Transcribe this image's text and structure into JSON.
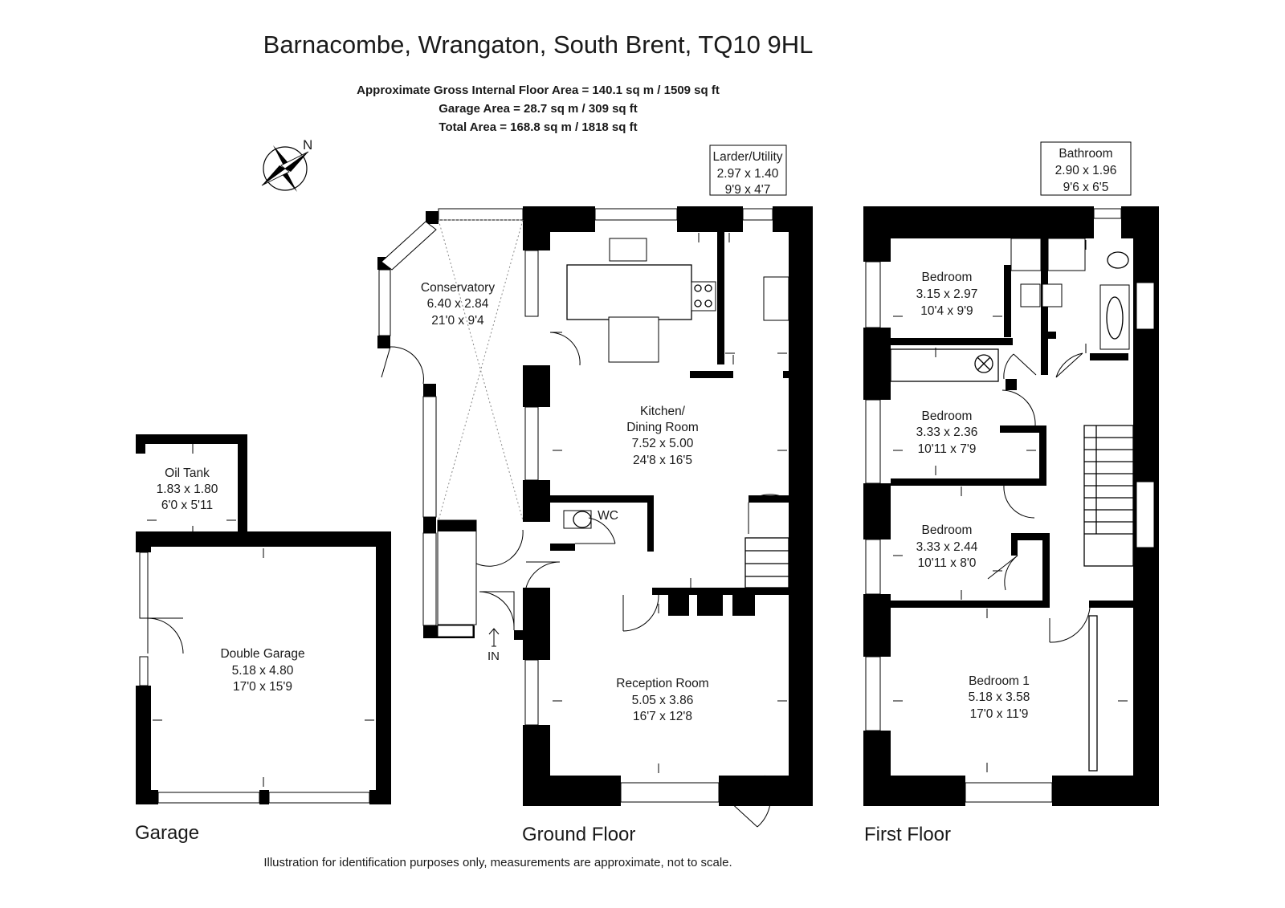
{
  "header": {
    "title": "Barnacombe, Wrangaton, South Brent, TQ10 9HL",
    "gross_area": "Approximate Gross Internal Floor Area  = 140.1 sq m / 1509 sq ft",
    "garage_area": "Garage Area = 28.7 sq m / 309 sq ft",
    "total_area": "Total Area = 168.8 sq m / 1818 sq ft"
  },
  "compass": {
    "label": "N",
    "icon": "compass-rose-icon"
  },
  "rooms": {
    "larder": {
      "name": "Larder/Utility",
      "metric": "2.97 x 1.40",
      "imperial": "9'9 x 4'7"
    },
    "bathroom": {
      "name": "Bathroom",
      "metric": "2.90 x 1.96",
      "imperial": "9'6 x 6'5"
    },
    "conservatory": {
      "name": "Conservatory",
      "metric": "6.40 x 2.84",
      "imperial": "21'0 x 9'4"
    },
    "kitchen": {
      "name1": "Kitchen/",
      "name2": "Dining Room",
      "metric": "7.52 x 5.00",
      "imperial": "24'8 x 16'5"
    },
    "wc": {
      "name": "WC"
    },
    "reception": {
      "name": "Reception Room",
      "metric": "5.05 x 3.86",
      "imperial": "16'7 x 12'8"
    },
    "oil_tank": {
      "name": "Oil Tank",
      "metric": "1.83 x 1.80",
      "imperial": "6'0 x 5'11"
    },
    "garage": {
      "name": "Double Garage",
      "metric": "5.18 x 4.80",
      "imperial": "17'0 x 15'9"
    },
    "bedroom_a": {
      "name": "Bedroom",
      "metric": "3.15 x 2.97",
      "imperial": "10'4 x 9'9"
    },
    "bedroom_b": {
      "name": "Bedroom",
      "metric": "3.33 x 2.36",
      "imperial": "10'11 x 7'9"
    },
    "bedroom_c": {
      "name": "Bedroom",
      "metric": "3.33 x 2.44",
      "imperial": "10'11 x 8'0"
    },
    "bedroom_1": {
      "name": "Bedroom 1",
      "metric": "5.18 x 3.58",
      "imperial": "17'0 x 11'9"
    }
  },
  "entrance_label": "IN",
  "floor_labels": {
    "garage": "Garage",
    "ground": "Ground Floor",
    "first": "First Floor"
  },
  "disclaimer": "Illustration for identification purposes only, measurements are approximate, not to scale."
}
